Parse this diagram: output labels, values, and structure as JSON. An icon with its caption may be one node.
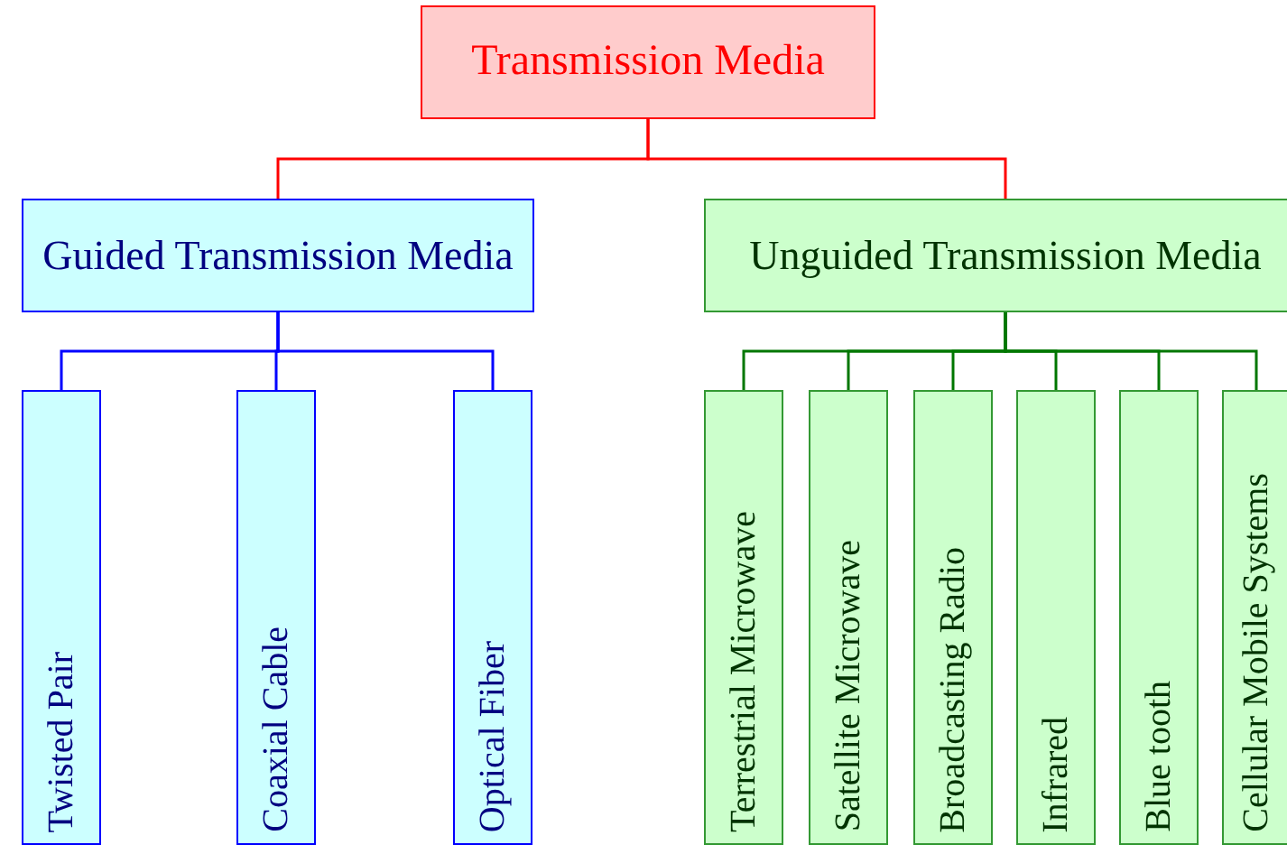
{
  "diagram": {
    "nodes": [
      {
        "text": [
          "Transmission Media"
        ]
      },
      {
        "text": [
          "Guided Transmission Media"
        ]
      },
      {
        "text": [
          "Unguided Transmission Media"
        ]
      },
      {
        "text": [
          "Twisted Pair"
        ]
      },
      {
        "text": [
          "Coaxial Cable"
        ]
      },
      {
        "text": [
          "Optical Fiber"
        ]
      },
      {
        "text": [
          "Terrestrial Microwave"
        ]
      },
      {
        "text": [
          "Satellite Microwave"
        ]
      },
      {
        "text": [
          "Broadcasting Radio"
        ]
      },
      {
        "text": [
          "Infrared"
        ]
      },
      {
        "text": [
          "Blue tooth"
        ]
      },
      {
        "text": [
          "Cellular Mobile Systems"
        ]
      }
    ],
    "edges": [
      {
        "from": 0,
        "to": 1,
        "arrow": "none",
        "color": "#ff0000"
      },
      {
        "from": 0,
        "to": 2,
        "arrow": "none",
        "color": "#ff0000"
      },
      {
        "from": 1,
        "to": 3,
        "arrow": "none",
        "color": "#0000ff"
      },
      {
        "from": 1,
        "to": 4,
        "arrow": "none",
        "color": "#0000ff"
      },
      {
        "from": 1,
        "to": 5,
        "arrow": "none",
        "color": "#0000ff"
      },
      {
        "from": 2,
        "to": 6,
        "arrow": "none"
      },
      {
        "from": 2,
        "to": 7,
        "arrow": "none"
      },
      {
        "from": 2,
        "to": 8,
        "arrow": "none"
      },
      {
        "from": 2,
        "to": 9,
        "arrow": "none"
      },
      {
        "from": 2,
        "to": 10,
        "arrow": "none"
      },
      {
        "from": 2,
        "to": 11,
        "arrow": "none"
      }
    ]
  }
}
